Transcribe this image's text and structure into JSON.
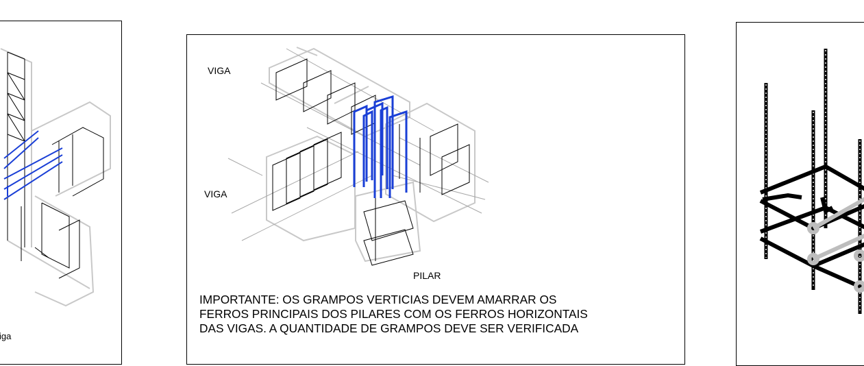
{
  "left_panel": {
    "label": "iga"
  },
  "center_panel": {
    "labels": {
      "viga_top": "VIGA",
      "viga_mid": "VIGA",
      "pilar": "PILAR"
    },
    "note_lines": [
      "IMPORTANTE: OS GRAMPOS VERTICIAS DEVEM AMARRAR OS",
      "FERROS PRINCIPAIS DOS PILARES COM OS FERROS HORIZONTAIS",
      "DAS VIGAS. A QUANTIDADE DE GRAMPOS DEVE SER VERIFICADA"
    ]
  },
  "colors": {
    "highlight": "#1a3fd6",
    "frame": "#000000",
    "ghost": "#c8c8c8"
  }
}
